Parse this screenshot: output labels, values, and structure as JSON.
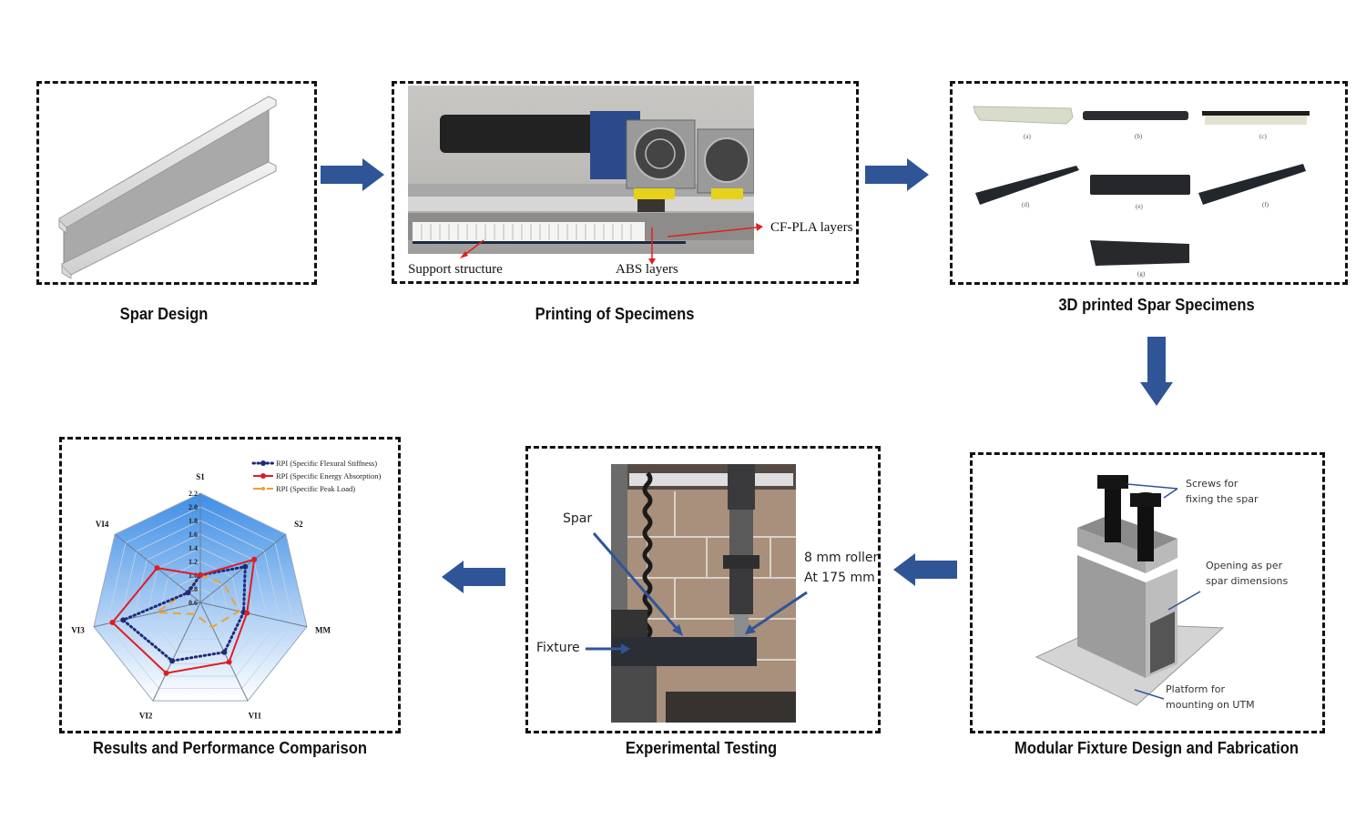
{
  "colors": {
    "arrow": "#2F5597",
    "annotation_red": "#E02020",
    "annotation_blue": "#2F5597",
    "stiffness": "#1F2A7A",
    "energy": "#E11B22",
    "peak_load": "#F0A030",
    "radar_fill_top": "#3E8EE6",
    "radar_fill_bottom": "#FFFFFF"
  },
  "steps": {
    "spar_design": {
      "caption": "Spar Design"
    },
    "printing": {
      "caption": "Printing of Specimens",
      "labels": {
        "support": "Support structure",
        "abs": "ABS layers",
        "cfpla": "CF-PLA layers"
      }
    },
    "specimens": {
      "caption": "3D printed Spar Specimens",
      "items": [
        "(a)",
        "(b)",
        "(c)",
        "(d)",
        "(e)",
        "(f)",
        "(g)"
      ]
    },
    "fixture": {
      "caption": "Modular Fixture Design and Fabrication",
      "labels": {
        "screws_1": "Screws for",
        "screws_2": "fixing the spar",
        "opening_1": "Opening as per",
        "opening_2": "spar dimensions",
        "platform_1": "Platform for",
        "platform_2": "mounting on UTM"
      }
    },
    "testing": {
      "caption": "Experimental Testing",
      "labels": {
        "spar": "Spar",
        "fixture": "Fixture",
        "roller_1": "8 mm roller",
        "roller_2": "At 175 mm"
      }
    },
    "results": {
      "caption": "Results and Performance Comparison"
    }
  },
  "chart_data": {
    "type": "radar",
    "title": "",
    "axes": [
      "S1",
      "S2",
      "MM",
      "VI1",
      "VI2",
      "VI3",
      "VI4"
    ],
    "range": [
      0.6,
      2.2
    ],
    "ticks": [
      "0.6",
      "0.8",
      "1.0",
      "1.2",
      "1.4",
      "1.6",
      "1.8",
      "2.0",
      "2.2"
    ],
    "grid": true,
    "legend_position": "top-right",
    "series": [
      {
        "name": "RPI (Specific Flexural Stiffness)",
        "style": "dotted",
        "values": [
          1.0,
          1.44,
          1.25,
          1.41,
          1.55,
          1.76,
          0.83
        ]
      },
      {
        "name": "RPI (Specific Energy Absorption)",
        "style": "solid",
        "values": [
          1.0,
          1.61,
          1.3,
          1.57,
          1.75,
          1.92,
          1.41
        ]
      },
      {
        "name": "RPI (Specific Peak Load)",
        "style": "dashed",
        "values": [
          1.0,
          1.04,
          1.18,
          1.0,
          0.79,
          1.26,
          0.85
        ]
      }
    ]
  }
}
